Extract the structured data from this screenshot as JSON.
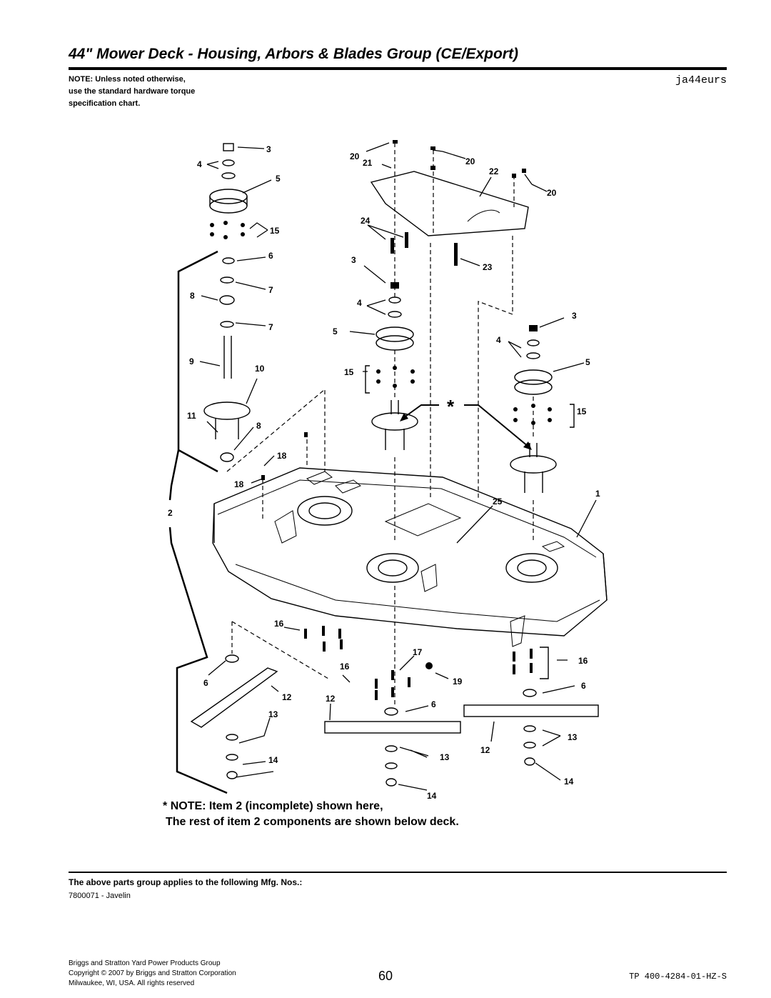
{
  "header": {
    "title": "44\" Mower Deck - Housing, Arbors & Blades Group (CE/Export)",
    "note_line1": "NOTE: Unless noted otherwise,",
    "note_line2": "use the standard hardware torque",
    "note_line3": "specification chart.",
    "diagram_code": "ja44eurs"
  },
  "diagram": {
    "callouts": [
      "1",
      "2",
      "3",
      "4",
      "5",
      "6",
      "7",
      "8",
      "9",
      "10",
      "11",
      "12",
      "13",
      "14",
      "15",
      "16",
      "17",
      "18",
      "19",
      "20",
      "21",
      "22",
      "23",
      "24",
      "25"
    ],
    "star_symbol": "*"
  },
  "callout_note": {
    "star": "*",
    "line1": "NOTE: Item 2 (incomplete) shown here,",
    "line2": "The rest of item 2 components are shown below deck."
  },
  "applies": {
    "heading": "The above parts group applies to the following Mfg. Nos.:",
    "model": "7800071 - Javelin"
  },
  "footer": {
    "line1": "Briggs and Stratton Yard Power Products Group",
    "line2": "Copyright ©  2007 by Briggs and Stratton Corporation",
    "line3": "Milwaukee, WI, USA. All rights reserved",
    "page": "60",
    "doc": "TP  400-4284-01-HZ-S"
  }
}
